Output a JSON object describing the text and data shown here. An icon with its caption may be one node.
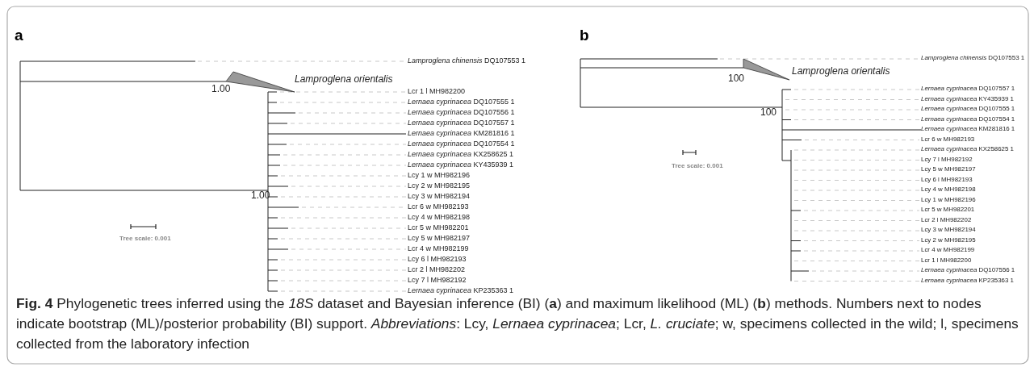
{
  "diagram": {
    "caption": "**Fig. 4** Phylogenetic trees inferred using the *18S* dataset and Bayesian inference (BI) (**a**) and maximum likelihood (ML) (**b**) methods. Numbers next to nodes indicate bootstrap (ML)/posterior probability (BI) support. *Abbreviations*: Lcy, *Lernaea cyprinacea*; Lcr, *L. cruciate*; w, specimens collected in the wild; l, specimens collected from the laboratory infection",
    "labels": [
      "a",
      "*Lamproglena chinensis* DQ107553 1",
      "Lamproglena orientalis",
      "1.00",
      "Lcr 1 l MH982200",
      "*Lernaea cyprinacea* DQ107555 1",
      "*Lernaea cyprinacea* DQ107556 1",
      "*Lernaea cyprinacea* DQ107557 1",
      "*Lernaea cyprinacea* KM281816 1",
      "*Lernaea cyprinacea* DQ107554 1",
      "*Lernaea cyprinacea* KX258625 1",
      "*Lernaea cyprinacea* KY435939 1",
      "Lcy 1 w MH982196",
      "Lcy 2 w MH982195",
      "Lcy 3 w MH982194",
      "Lcr 6 w MH982193",
      "Lcy 4 w MH982198",
      "Lcr 5 w MH982201",
      "Lcy 5 w MH982197",
      "Lcr 4 w MH982199",
      "Lcy 6 l MH982193",
      "Lcr 2 l MH982202",
      "Lcy 7 l MH982192",
      "*Lernaea cyprinacea* KP235363 1",
      "1.00",
      "Tree scale: 0.001",
      "b",
      "*Lamproglena chinensis* DQ107553 1",
      "100",
      "Lamproglena orientalis",
      "100",
      "*Lernaea cyprinacea* DQ107557 1",
      "*Lernaea cyprinacea* KY435939 1",
      "*Lernaea cyprinacea* DQ107555 1",
      "*Lernaea cyprinacea* DQ107554 1",
      "*Lernaea cyprinacea* KM281816 1",
      "Lcr 6 w MH982193",
      "*Lernaea cyprinacea* KX258625 1",
      "Lcy 7 l MH982192",
      "Lcy 5 w MH982197",
      "Lcy 6 l MH982193",
      "Lcy 4 w MH982198",
      "Lcy 1 w MH982196",
      "Lcr 5 w MH982201",
      "Lcr 2 l MH982202",
      "Lcy 3 w MH982194",
      "Lcy 2 w MH982195",
      "Lcr 4 w MH982199",
      "Lcr 1 l MH982200",
      "*Lernaea cyprinacea* DQ107556 1",
      "*Lernaea cyprinacea* KP235363 1",
      "Tree scale: 0.001"
    ]
  }
}
